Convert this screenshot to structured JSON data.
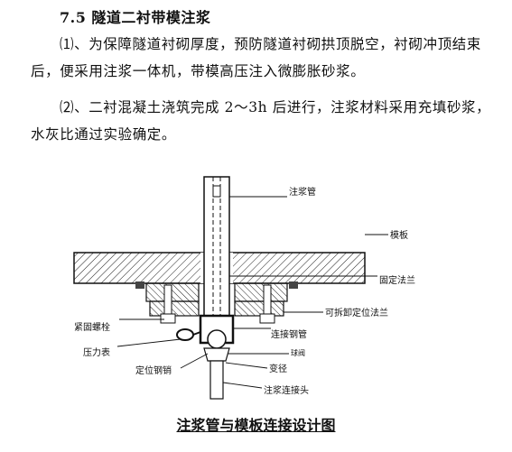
{
  "section": {
    "title": "7.5 隧道二衬带模注浆"
  },
  "paragraphs": [
    {
      "text": "⑴、为保障隧道衬砌厚度，预防隧道衬砌拱顶脱空，衬砌冲顶结束后，便采用注浆一体机，带模高压注入微膨胀砂浆。"
    },
    {
      "text": "⑵、二衬混凝土浇筑完成 2～3h 后进行，注浆材料采用充填砂浆，水灰比通过实验确定。"
    }
  ],
  "figure": {
    "labels": {
      "grout_pipe": "注浆管",
      "formwork": "模板",
      "fixing_flange": "固定法兰",
      "removable_flange": "可拆卸定位法兰",
      "fastening_bolt": "紧固螺栓",
      "connecting_steel_pipe": "连接钢管",
      "pressure_gauge": "压力表",
      "valve": "球阀",
      "positioning_pin": "定位钢销",
      "reducer": "变径",
      "grout_connector": "注浆连接头"
    },
    "caption": "注浆管与模板连接设计图"
  }
}
